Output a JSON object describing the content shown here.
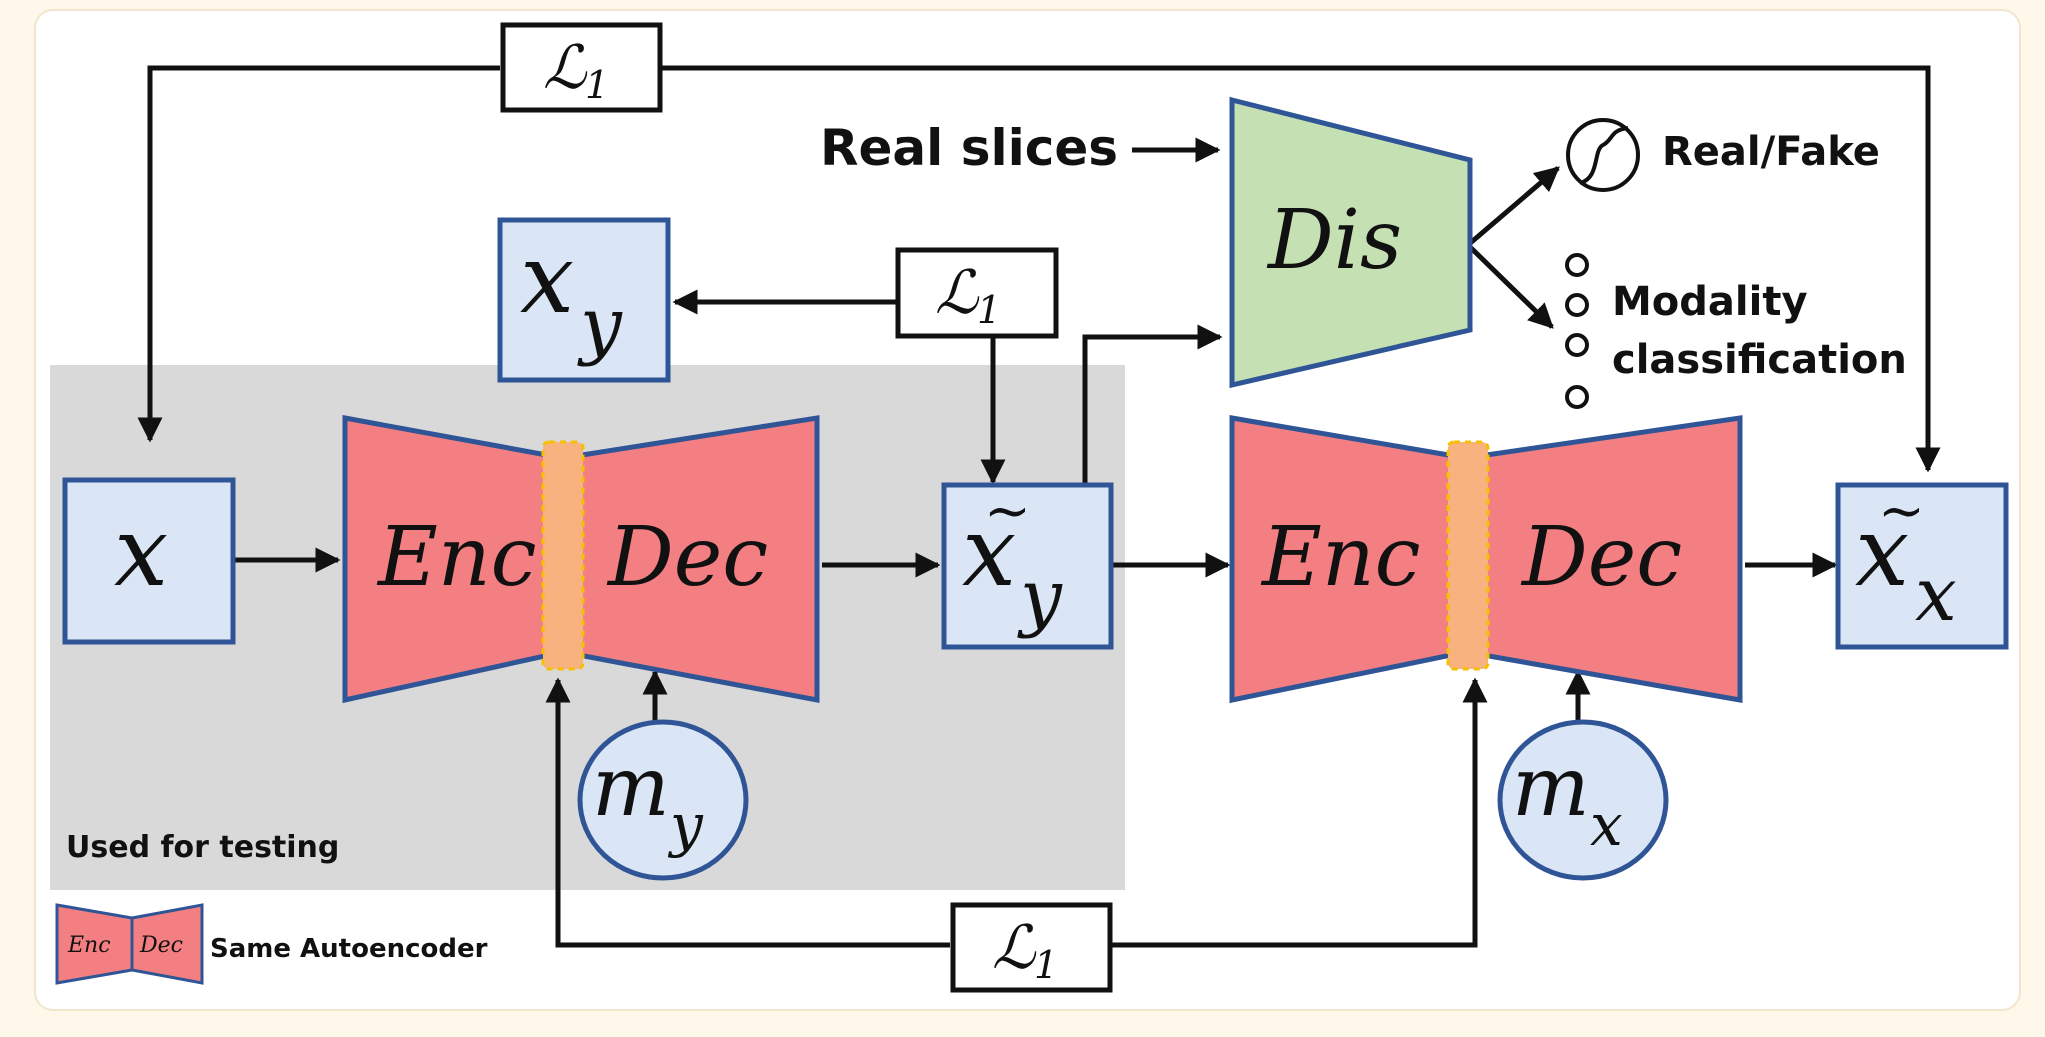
{
  "labels": {
    "real_slices": "Real slices",
    "real_fake": "Real/Fake",
    "modality": "Modality",
    "classification": "classification",
    "used_for_testing": "Used for testing",
    "same_autoencoder": "Same Autoencoder"
  },
  "math": {
    "loss": "ℒ",
    "loss_sub": "1",
    "x": "x",
    "y": "y",
    "tilde": "~",
    "m": "m",
    "enc": "Enc",
    "dec": "Dec",
    "dis": "Dis"
  },
  "colors": {
    "page_bg": "#fdf8ea",
    "card_bg": "#ffffff",
    "gray_region": "#d9d9d9",
    "box_fill": "#dae6f5",
    "box_stroke": "#2f5597",
    "autoencoder_fill": "#f47f82",
    "latent_fill": "#f7b27f",
    "latent_dash": "#f5c000",
    "discriminator_fill": "#c5e0b3"
  }
}
